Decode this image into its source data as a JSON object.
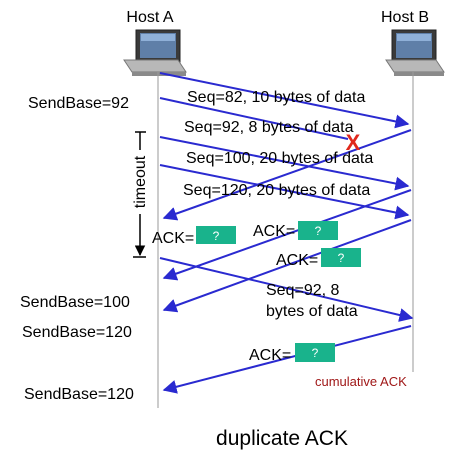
{
  "host_a": {
    "label": "Host A"
  },
  "host_b": {
    "label": "Host B"
  },
  "colors": {
    "arrow": "#2a2ad0",
    "timeline": "#9a9a9a",
    "ack_box": "#19b38c",
    "loss_mark": "#e0281c",
    "annotation": "#a01818",
    "text": "#000000"
  },
  "segments": [
    {
      "text": "Seq=82, 10 bytes of data"
    },
    {
      "text": "Seq=92, 8 bytes of data"
    },
    {
      "text": "Seq=100, 20 bytes of data"
    },
    {
      "text": "Seq=120, 20 bytes of data"
    },
    {
      "text": "Seq=92,  8"
    },
    {
      "text": "bytes of data"
    }
  ],
  "acks": [
    {
      "label": "ACK=",
      "value": "?"
    },
    {
      "label": "ACK=",
      "value": "?"
    },
    {
      "label": "ACK=",
      "value": "?"
    },
    {
      "label": "ACK=",
      "value": "?"
    }
  ],
  "sendbase": [
    {
      "text": "SendBase=92"
    },
    {
      "text": "SendBase=100"
    },
    {
      "text": "SendBase=120"
    },
    {
      "text": "SendBase=120"
    }
  ],
  "timeout_label": "timeout",
  "loss_symbol": "X",
  "annotation": "cumulative ACK",
  "caption": "duplicate ACK"
}
